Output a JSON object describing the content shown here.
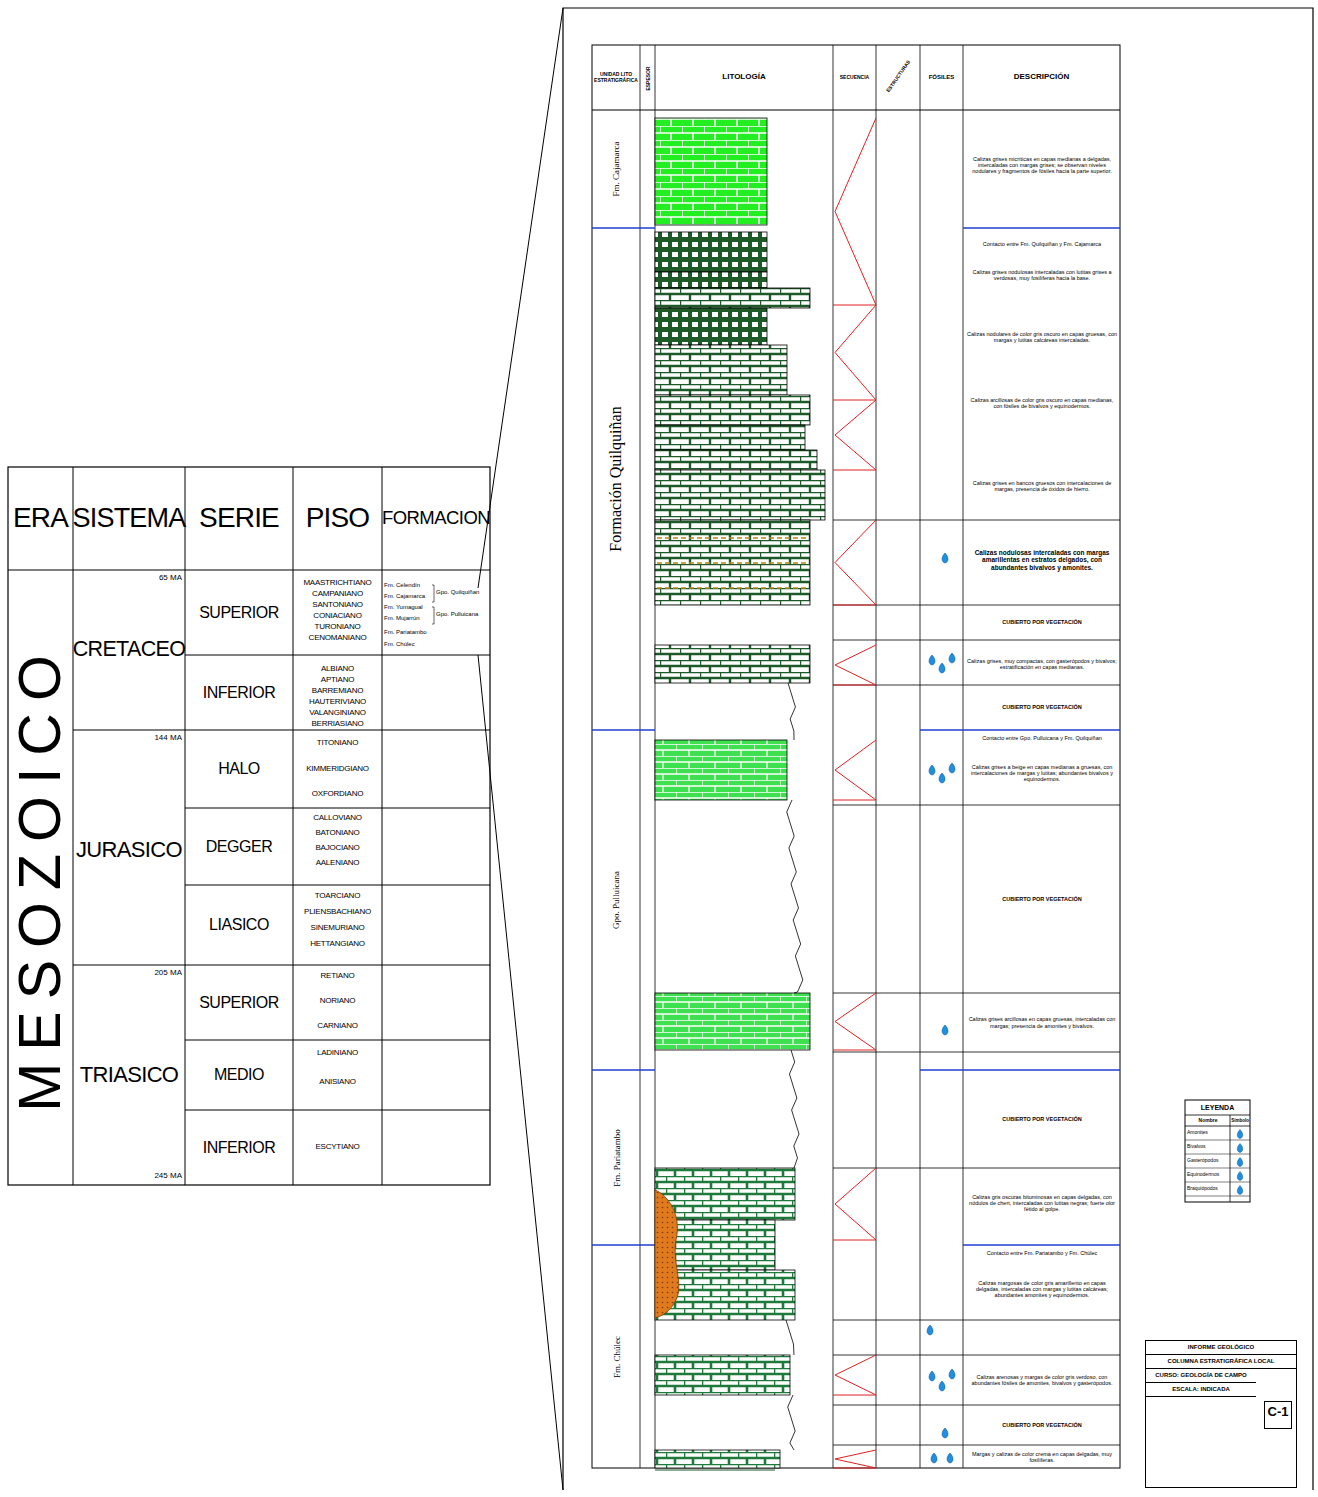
{
  "diagram": {
    "nodes": [
      {
        "text": [
          "INFORME GEOLÓGICO",
          "COLUMNA ESTRATIGRÁFICA LOCAL",
          "CURSO: GEOLOGÍA DE CAMPO",
          "ESCALA: INDICADA"
        ]
      },
      {
        "text": [
          "C-1"
        ],
        "in": 0
      }
    ],
    "labels": [
      "ERA",
      "SISTEMA",
      "SERIE",
      "PISO",
      "FORMACION",
      "MESOZOICO",
      "CRETACEO",
      "65 MA",
      "SUPERIOR",
      "INFERIOR",
      "MAASTRICHTIANO",
      "CAMPANIANO",
      "SANTONIANO",
      "CONIACIANO",
      "TURONIANO",
      "CENOMANIANO",
      "ALBIANO",
      "APTIANO",
      "BARREMIANO",
      "HAUTERIVIANO",
      "VALANGINIANO",
      "BERRIASIANO",
      "JURASICO",
      "144 MA",
      "HALO",
      "DEGGER",
      "LIASICO",
      "TITONIANO",
      "KIMMERIDGIANO",
      "OXFORDIANO",
      "CALLOVIANO",
      "BATONIANO",
      "BAJOCIANO",
      "AALENIANO",
      "TOARCIANO",
      "PLIENSBACHIANO",
      "SINEMURIANO",
      "HETTANGIANO",
      "TRIASICO",
      "205 MA",
      "SUPERIOR",
      "MEDIO",
      "INFERIOR",
      "RETIANO",
      "NORIANO",
      "CARNIANO",
      "LADINIANO",
      "ANISIANO",
      "ESCYTIANO",
      "245 MA",
      "Fm. Celendín",
      "Fm. Cajamarca",
      "Gpo. Quilquiñan",
      "Fm. Yumagual",
      "Fm. Mujarrún",
      "Gpo. Pulluicana",
      "Fm. Pariatambo",
      "Fm. Chúlec",
      "UNIDAD LITO ESTRATIGRÁFICA",
      "ESPESOR",
      "LITOLOGÍA",
      "SECUENCIA",
      "ESTRUCTURAS",
      "FÓSILES",
      "DESCRIPCIÓN",
      "Fm. Cajamarca",
      "Formación Quilquiñan",
      "Gpo. Pulluicana",
      "Fm. Pariatambo",
      "Fm. Chúlec",
      "Calizas grises micríticas en capas medianas a delgadas, intercaladas con margas grises; se observan niveles nodulares y fragmentos de fósiles hacia la parte superior.",
      "Contacto entre Fm. Quilquiñan y Fm. Cajamarca",
      "Calizas grises nodulosas intercaladas con lutitas grises a verdosas, muy fosilíferas hacia la base.",
      "Calizas nodulares de color gris oscuro en capas gruesas, con margas y lutitas calcáreas intercaladas.",
      "Calizas arcillosas de color gris oscuro en capas medianas, con fósiles de bivalvos y equinodermos.",
      "Calizas grises en bancos gruesos con intercalaciones de margas, presencia de óxidos de hierro.",
      "Calizas nodulosas intercaladas con margas amarillentas en estratos delgados, con abundantes bivalvos y amonites.",
      "CUBIERTO POR VEGETACIÓN",
      "Calizas grises, muy compactas, con gasterópodos y bivalvos; estratificación en capas medianas.",
      "CUBIERTO POR VEGETACIÓN",
      "Contacto entre Gpo. Pulluicana y Fm. Quilquiñan",
      "Calizas grises a beige en capas medianas a gruesas, con intercalaciones de margas y lutitas; abundantes bivalvos y equinodermos.",
      "CUBIERTO POR VEGETACIÓN",
      "Calizas grises arcillosas en capas gruesas, intercaladas con margas; presencia de amonites y bivalvos.",
      "CUBIERTO POR VEGETACIÓN",
      "Calizas gris oscuras bituminosas en capas delgadas, con nódulos de chert, intercaladas con lutitas negras; fuerte olor fétido al golpe.",
      "Contacto entre Fm. Pariatambo y Fm. Chúlec",
      "Calizas margosas de color gris amarillento en capas delgadas, intercaladas con margas y lutitas calcáreas; abundantes amonites y equinodermos.",
      "Calizas arenosas y margas de color gris verdoso, con abundantes fósiles de amonites, bivalvos y gasterópodos.",
      "CUBIERTO POR VEGETACIÓN",
      "Margas y calizas de color crema en capas delgadas, muy fosilíferas.",
      "LEYENDA",
      "Nombre",
      "Símbolo"
    ],
    "legend": [
      {
        "text": "Amonites"
      },
      {
        "text": "Bivalvos"
      },
      {
        "text": "Gasterópodos"
      },
      {
        "text": "Equinodermos"
      },
      {
        "text": "Braquiópodos"
      }
    ]
  }
}
